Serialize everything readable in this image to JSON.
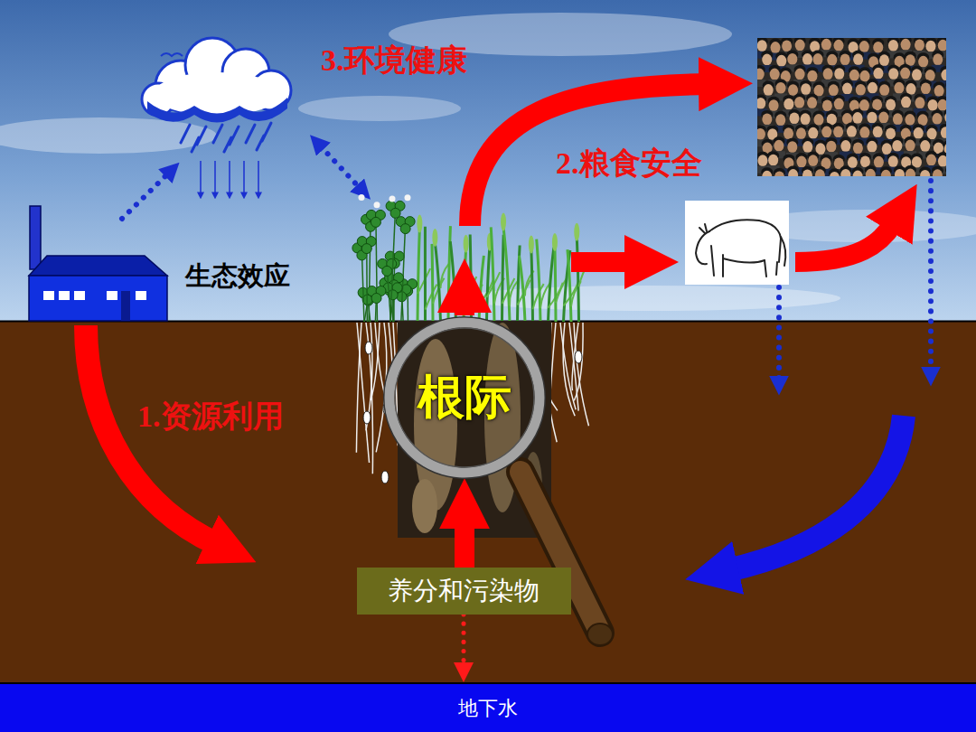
{
  "diagram": {
    "nodes": [
      {
        "text": [
          "根际"
        ]
      },
      {
        "text": [
          "养分和污染物"
        ]
      },
      {
        "text": [
          "地下水"
        ]
      }
    ],
    "edges": [
      {
        "from": 1,
        "to": 0,
        "arrow": "to"
      },
      {
        "from": 1,
        "to": 2,
        "arrow": "to"
      }
    ],
    "labels": [
      "3.环境健康",
      "2.粮食安全",
      "生态效应",
      "1.资源利用"
    ]
  }
}
